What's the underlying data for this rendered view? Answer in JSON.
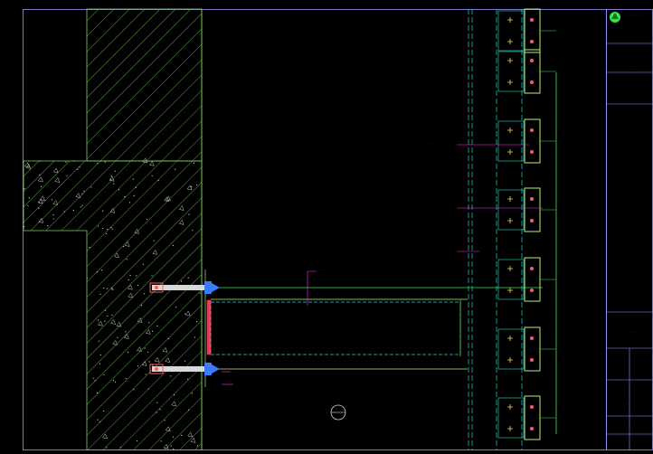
{
  "drawing": {
    "background": "#000000",
    "colors": {
      "wall_outline": "#7fd45f",
      "hatch": "#6ec84e",
      "concrete_dots": "#cfcfcf",
      "panel": "#b6f27a",
      "dashed": "#24d9c8",
      "annotation": "#ff2bff",
      "bolt": "#ff5a5a",
      "anchor_blue": "#3a7bff",
      "titleblock_line": "#9a9aff",
      "titleblock_text": "#ff3355",
      "green_line": "#3ee04a"
    },
    "annotations": [
      {
        "id": "ann-1",
        "text": "· · · · · · ·"
      },
      {
        "id": "ann-2",
        "text": "· · · · · · · ·"
      },
      {
        "id": "ann-3",
        "text": "· · · · · · · · · ·"
      },
      {
        "id": "ann-4",
        "text": "· · · · · · · · · ·"
      },
      {
        "id": "ann-5",
        "text": "· · · · ·"
      },
      {
        "id": "ann-6",
        "text": "· · · · · · ·"
      }
    ],
    "marker": {
      "text": "··"
    }
  },
  "titleblock": {
    "company": "· · · · · · · · · · · · · ·",
    "company_sub": "· · · · · · · · · · · · · · · ·",
    "project": "· · · · · ·",
    "project_sub": "· · · ·",
    "drawing_title": "· · · · · · · ·",
    "rows": [
      "· ·",
      "· ·",
      "· ·",
      "· ·"
    ],
    "scale": "· · ·",
    "sheet": "· ·",
    "number": "· · ·"
  }
}
